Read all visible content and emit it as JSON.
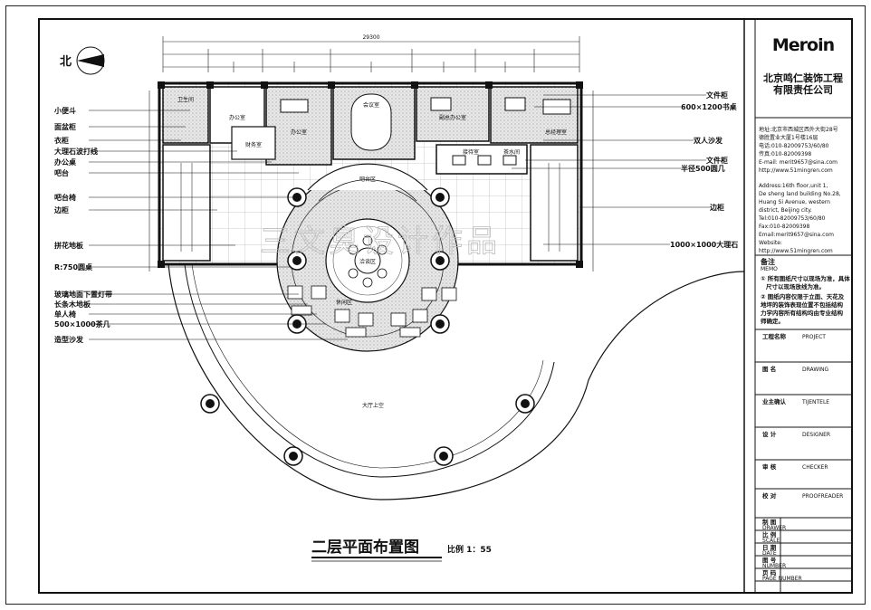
{
  "company": {
    "logo_text": "Meroin",
    "name_line1": "北京鸣仁装饰工程",
    "name_line2": "有限责任公司",
    "address_cn_1": "地址:北京市西城区西外大街28号",
    "address_cn_2": "德胜置业大厦1号楼16层",
    "tel": "电话:010-82009753/60/80",
    "fax": "传真:010-82009398",
    "email": "E-mail: merit9657@sina.com",
    "website": "http://www.51mingren.com",
    "address_en_1": "Address:16th floor,unit 1,",
    "address_en_2": "De sheng land building No.28,",
    "address_en_3": "Huang Si Avenue, western",
    "address_en_4": "district, Beijing city.",
    "address_en_tel": "Tel:010-82009753/60/80",
    "address_en_fax": "Fax:010-82009398",
    "address_en_email": "Email:merit9657@sina.com",
    "address_en_web_label": "Website:",
    "address_en_web": "http://www.51mingren.com"
  },
  "memo": {
    "title_cn": "备注",
    "title_en": "MEMO",
    "note1_a": "① 所有图纸尺寸以现场为准，具体",
    "note1_b": "尺寸以现场放线为准。",
    "note2_a": "② 图纸内容仅限于立面、天花及",
    "note2_b": "地坪的装饰表现位置不包括结构",
    "note2_c": "力学内容所有结构均由专业结构",
    "note2_d": "师确定。"
  },
  "title_block": {
    "project_cn": "工程名称",
    "project_en": "PROJECT",
    "drawing_cn": "图    名",
    "drawing_en": "DRAWING",
    "client_cn": "业主确认",
    "client_en": "TIJENTELE",
    "designer_cn": "设    计",
    "designer_en": "DESIGNER",
    "checker_cn": "审    核",
    "checker_en": "CHECKER",
    "proof_cn": "校    对",
    "proof_en": "PROOFREADER",
    "drawer_cn": "制    图",
    "drawer_en": "DRAWER",
    "scale_cn": "比    例",
    "scale_en": "SCALE",
    "date_cn": "日    期",
    "date_en": "DATE",
    "number_cn": "图    号",
    "number_en": "NUMBER",
    "page_cn": "页    码",
    "page_en": "PAGE NUMBER"
  },
  "drawing": {
    "title": "二层平面布置图",
    "scale_label": "比例 1：55",
    "north_label": "北",
    "watermark": "三文臭设计作品",
    "total_dim": "29300",
    "left_labels": [
      "小便斗",
      "面盆柜",
      "衣柜",
      "大理石波打线",
      "办公桌",
      "吧台",
      "吧台椅",
      "边柜",
      "拼花地板",
      "R:750圆桌",
      "玻璃地面下置灯带",
      "长条木地板",
      "单人椅",
      "500×1000茶几",
      "造型沙发"
    ],
    "right_labels": [
      "文件柜",
      "600×1200书桌",
      "双人沙发",
      "文件柜",
      "半径500圆几",
      "边柜",
      "1000×1000大理石"
    ],
    "room_labels": {
      "toilet": "卫生间",
      "office_a": "办公室",
      "office_b": "办公室",
      "meeting": "会议室",
      "finance": "财务室",
      "vice_office": "副总办公室",
      "reception": "接待室",
      "gm_office": "总经理室",
      "pantry": "茶水间",
      "bar": "吧台区",
      "negotiation": "洽谈区",
      "rest": "休闲区",
      "void": "大厅上空"
    }
  }
}
